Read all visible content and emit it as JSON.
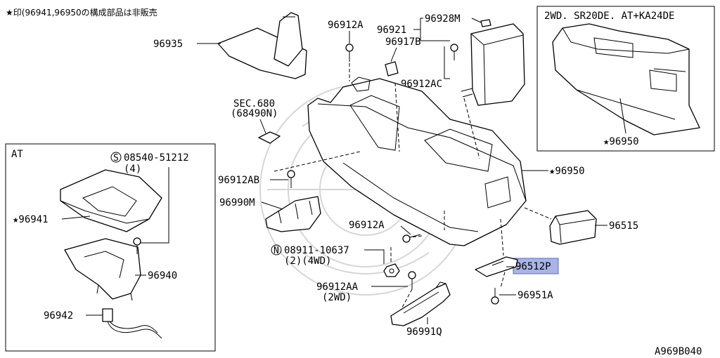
{
  "note": "★印(96941,96950の構成部品は非販売",
  "figure_id": "A969B040",
  "highlight_color": "#a9b4e6",
  "inset_2wd": {
    "title": "2WD. SR20DE. AT+KA24DE",
    "part": "★96950"
  },
  "inset_at": {
    "title": "AT",
    "screw_mark": "S",
    "screw_part": "08540-51212",
    "screw_qty": "(4)",
    "labels": [
      "★96941",
      "96940",
      "96942"
    ]
  },
  "sec": {
    "line1": "SEC.680",
    "line2": "(68490N)"
  },
  "nut": {
    "mark": "N",
    "part": "08911-10637",
    "qty": "(2)(4WD)"
  },
  "part_labels": {
    "p96935": "96935",
    "p96912A_top": "96912A",
    "p96921": "96921",
    "p96928M": "96928M",
    "p96917B": "96917B",
    "p96912AC": "96912AC",
    "p96912AB": "96912AB",
    "p96990M": "96990M",
    "p96950": "★96950",
    "p96515": "96515",
    "p96912A_mid": "96912A",
    "p96512P": "96512P",
    "p96912AA": "96912AA",
    "p96912AA_note": "(2WD)",
    "p96951A": "96951A",
    "p96991Q": "96991Q"
  }
}
